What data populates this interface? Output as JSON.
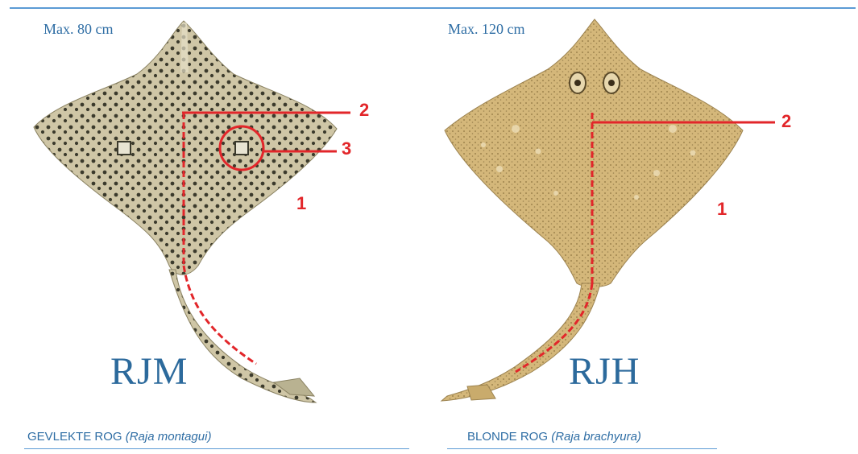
{
  "left": {
    "max_size": "Max. 80 cm",
    "code": "RJM",
    "common_name": "GEVLEKTE ROG",
    "scientific_name": "(Raja montagui)",
    "markers": [
      "1",
      "2",
      "3"
    ]
  },
  "right": {
    "max_size": "Max. 120 cm",
    "code": "RJH",
    "common_name": "BLONDE ROG",
    "scientific_name": "(Raja brachyura)",
    "markers": [
      "1",
      "2"
    ]
  },
  "colors": {
    "marker_red": "#e2262a",
    "title_blue": "#2c6a9c",
    "rule_blue": "#5b9bd5",
    "spotted_ray_body": "#cfc6a6",
    "blonde_ray_body": "#d4b77a"
  }
}
